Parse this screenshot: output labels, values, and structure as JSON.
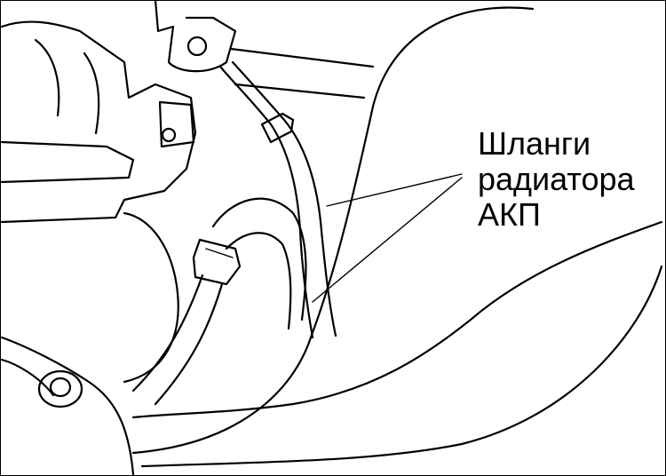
{
  "callout": {
    "line1": "Шланги",
    "line2": "радиатора",
    "line3": "АКП"
  },
  "colors": {
    "ink": "#000000",
    "background": "#ffffff"
  }
}
